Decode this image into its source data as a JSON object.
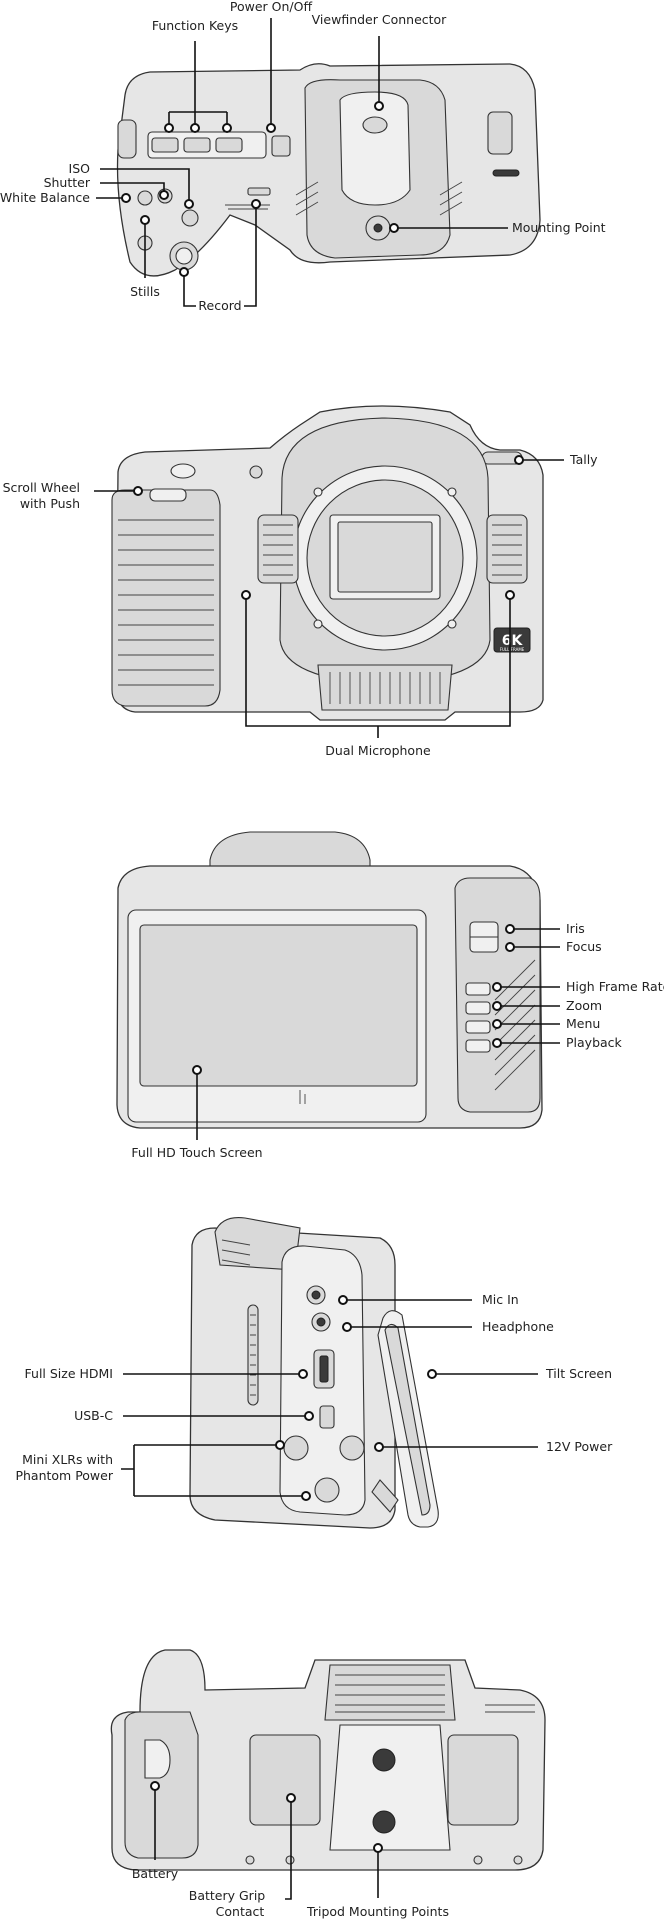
{
  "top_view": {
    "function_keys": "Function Keys",
    "power": "Power On/Off",
    "viewfinder": "Viewfinder Connector",
    "iso": "ISO",
    "shutter": "Shutter",
    "white_balance": "White Balance",
    "mounting_point": "Mounting Point",
    "stills": "Stills",
    "record": "Record"
  },
  "front_view": {
    "scroll_wheel_line1": "Scroll Wheel",
    "scroll_wheel_line2": "with Push",
    "tally": "Tally",
    "dual_microphone": "Dual Microphone",
    "badge_main": "6K",
    "badge_sub": "FULL FRAME"
  },
  "back_view": {
    "iris": "Iris",
    "focus": "Focus",
    "high_frame_rate": "High Frame Rate",
    "zoom": "Zoom",
    "menu": "Menu",
    "playback": "Playback",
    "touch_screen": "Full HD Touch Screen"
  },
  "side_view": {
    "mic_in": "Mic In",
    "headphone": "Headphone",
    "hdmi": "Full Size HDMI",
    "tilt_screen": "Tilt Screen",
    "usb_c": "USB-C",
    "power_12v": "12V Power",
    "xlr_line1": "Mini XLRs with",
    "xlr_line2": "Phantom Power"
  },
  "bottom_view": {
    "battery": "Battery",
    "grip_line1": "Battery Grip",
    "grip_line2": "Contact",
    "tripod": "Tripod Mounting Points"
  }
}
